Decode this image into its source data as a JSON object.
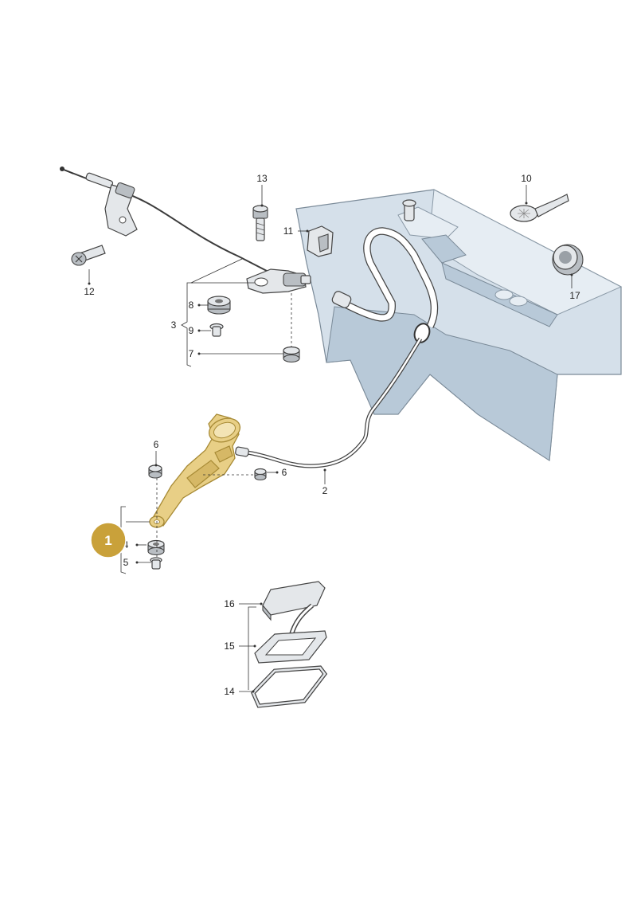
{
  "diagram": {
    "callouts": [
      {
        "id": "c13",
        "text": "13"
      },
      {
        "id": "c10",
        "text": "10"
      },
      {
        "id": "c11",
        "text": "11"
      },
      {
        "id": "c12",
        "text": "12"
      },
      {
        "id": "c17",
        "text": "17"
      },
      {
        "id": "c8",
        "text": "8"
      },
      {
        "id": "c3",
        "text": "3"
      },
      {
        "id": "c9",
        "text": "9"
      },
      {
        "id": "c7",
        "text": "7"
      },
      {
        "id": "c6a",
        "text": "6"
      },
      {
        "id": "c6b",
        "text": "6"
      },
      {
        "id": "c2",
        "text": "2"
      },
      {
        "id": "c4",
        "text": "4"
      },
      {
        "id": "c5",
        "text": "5"
      },
      {
        "id": "c16",
        "text": "16"
      },
      {
        "id": "c15",
        "text": "15"
      },
      {
        "id": "c14",
        "text": "14"
      }
    ],
    "highlight_badge": {
      "text": "1",
      "color": "#c9a13a"
    },
    "colors": {
      "body_panel": "#d5e0ea",
      "highlight_part": "#e8cf86",
      "line": "#333333"
    }
  }
}
